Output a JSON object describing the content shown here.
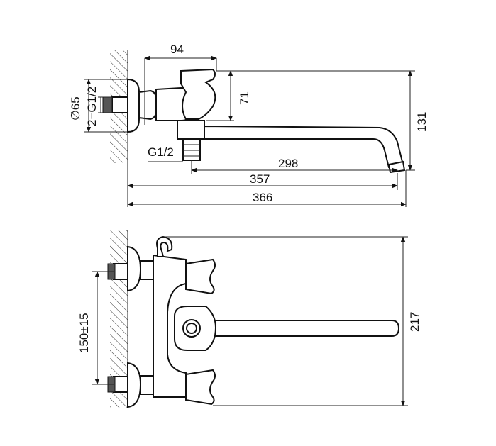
{
  "drawing": {
    "top_view": {
      "dimensions": {
        "d94": "94",
        "d71": "71",
        "d131": "131",
        "d65": "∅65",
        "thread_2g": "2−G1/2",
        "thread_g": "G1/2",
        "d298": "298",
        "d357": "357",
        "d366": "366"
      }
    },
    "front_view": {
      "dimensions": {
        "d150": "150±15",
        "d217": "217"
      }
    }
  },
  "colors": {
    "line": "#111111",
    "background": "#ffffff"
  }
}
